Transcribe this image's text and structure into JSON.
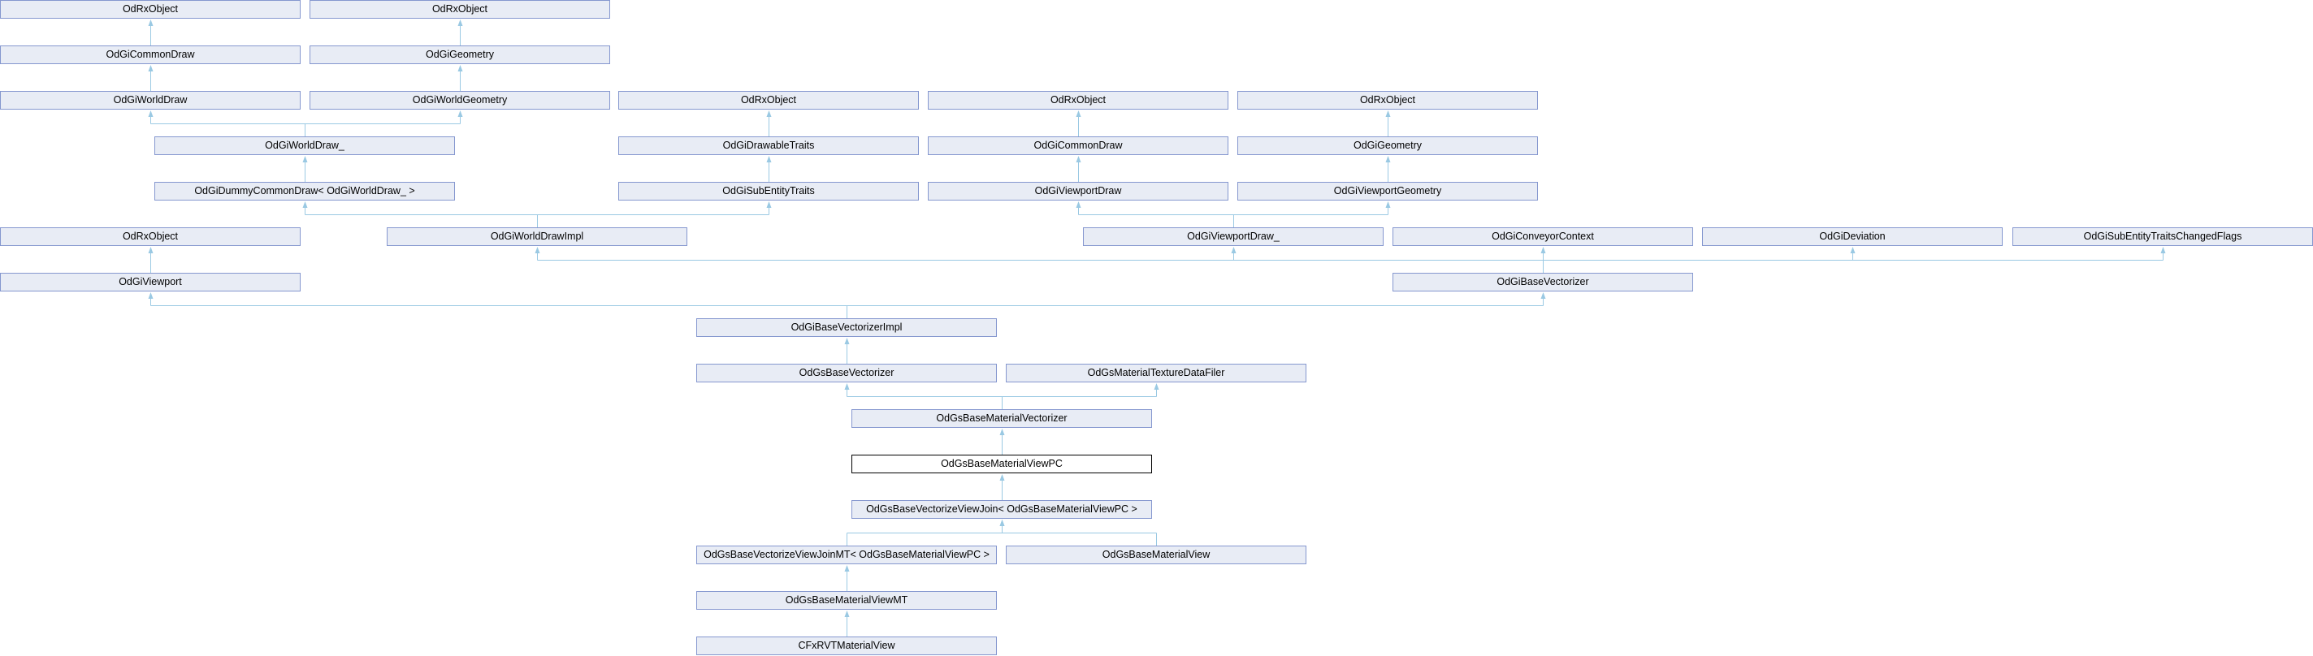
{
  "diagram": {
    "title": "Inheritance diagram for OdGsBaseMaterialViewPC",
    "current": "K",
    "colors": {
      "box_fill": "#e8ecf5",
      "box_border": "#8597cf",
      "edge": "#9ac9e3",
      "current_border": "#000000"
    },
    "nodes": [
      {
        "id": "A0",
        "label": "OdRxObject"
      },
      {
        "id": "A1",
        "label": "OdRxObject"
      },
      {
        "id": "B0",
        "label": "OdGiCommonDraw"
      },
      {
        "id": "B1",
        "label": "OdGiGeometry"
      },
      {
        "id": "C0",
        "label": "OdGiWorldDraw"
      },
      {
        "id": "C1",
        "label": "OdGiWorldGeometry"
      },
      {
        "id": "C2",
        "label": "OdRxObject"
      },
      {
        "id": "C3",
        "label": "OdRxObject"
      },
      {
        "id": "C4",
        "label": "OdRxObject"
      },
      {
        "id": "D0",
        "label": "OdGiWorldDraw_"
      },
      {
        "id": "D1",
        "label": "OdGiDrawableTraits"
      },
      {
        "id": "D2",
        "label": "OdGiCommonDraw"
      },
      {
        "id": "D3",
        "label": "OdGiGeometry"
      },
      {
        "id": "E0",
        "label": "OdGiDummyCommonDraw< OdGiWorldDraw_ >"
      },
      {
        "id": "E1",
        "label": "OdGiSubEntityTraits"
      },
      {
        "id": "E2",
        "label": "OdGiViewportDraw"
      },
      {
        "id": "E3",
        "label": "OdGiViewportGeometry"
      },
      {
        "id": "F0",
        "label": "OdRxObject"
      },
      {
        "id": "F1",
        "label": "OdGiWorldDrawImpl"
      },
      {
        "id": "F2",
        "label": "OdGiViewportDraw_"
      },
      {
        "id": "F3",
        "label": "OdGiConveyorContext"
      },
      {
        "id": "F4",
        "label": "OdGiDeviation"
      },
      {
        "id": "F5",
        "label": "OdGiSubEntityTraitsChangedFlags"
      },
      {
        "id": "G0",
        "label": "OdGiViewport"
      },
      {
        "id": "G1",
        "label": "OdGiBaseVectorizer"
      },
      {
        "id": "H",
        "label": "OdGiBaseVectorizerImpl"
      },
      {
        "id": "I0",
        "label": "OdGsBaseVectorizer"
      },
      {
        "id": "I1",
        "label": "OdGsMaterialTextureDataFiler"
      },
      {
        "id": "J",
        "label": "OdGsBaseMaterialVectorizer"
      },
      {
        "id": "K",
        "label": "OdGsBaseMaterialViewPC"
      },
      {
        "id": "L",
        "label": "OdGsBaseVectorizeViewJoin< OdGsBaseMaterialViewPC >"
      },
      {
        "id": "M0",
        "label": "OdGsBaseVectorizeViewJoinMT< OdGsBaseMaterialViewPC >"
      },
      {
        "id": "M1",
        "label": "OdGsBaseMaterialView"
      },
      {
        "id": "N",
        "label": "OdGsBaseMaterialViewMT"
      },
      {
        "id": "O",
        "label": "CFxRVTMaterialView"
      }
    ],
    "edges": [
      {
        "child": "B0",
        "parents": [
          "A0"
        ]
      },
      {
        "child": "B1",
        "parents": [
          "A1"
        ]
      },
      {
        "child": "C0",
        "parents": [
          "B0"
        ]
      },
      {
        "child": "C1",
        "parents": [
          "B1"
        ]
      },
      {
        "child": "D0",
        "parents": [
          "C0",
          "C1"
        ]
      },
      {
        "child": "D1",
        "parents": [
          "C2"
        ]
      },
      {
        "child": "D2",
        "parents": [
          "C3"
        ]
      },
      {
        "child": "D3",
        "parents": [
          "C4"
        ]
      },
      {
        "child": "E0",
        "parents": [
          "D0"
        ]
      },
      {
        "child": "E1",
        "parents": [
          "D1"
        ]
      },
      {
        "child": "E2",
        "parents": [
          "D2"
        ]
      },
      {
        "child": "E3",
        "parents": [
          "D3"
        ]
      },
      {
        "child": "F1",
        "parents": [
          "E0",
          "E1"
        ]
      },
      {
        "child": "F2",
        "parents": [
          "E2",
          "E3"
        ]
      },
      {
        "child": "G0",
        "parents": [
          "F0"
        ]
      },
      {
        "child": "G1",
        "parents": [
          "F1",
          "F2",
          "F3",
          "F4",
          "F5"
        ]
      },
      {
        "child": "H",
        "parents": [
          "G0",
          "G1"
        ]
      },
      {
        "child": "I0",
        "parents": [
          "H"
        ]
      },
      {
        "child": "J",
        "parents": [
          "I0",
          "I1"
        ]
      },
      {
        "child": "K",
        "parents": [
          "J"
        ]
      },
      {
        "child": "L",
        "parents": [
          "K"
        ]
      },
      {
        "child": "M0",
        "parents": [
          "L"
        ]
      },
      {
        "child": "M1",
        "parents": [
          "L"
        ]
      },
      {
        "child": "N",
        "parents": [
          "M0"
        ]
      },
      {
        "child": "O",
        "parents": [
          "N"
        ]
      }
    ]
  }
}
